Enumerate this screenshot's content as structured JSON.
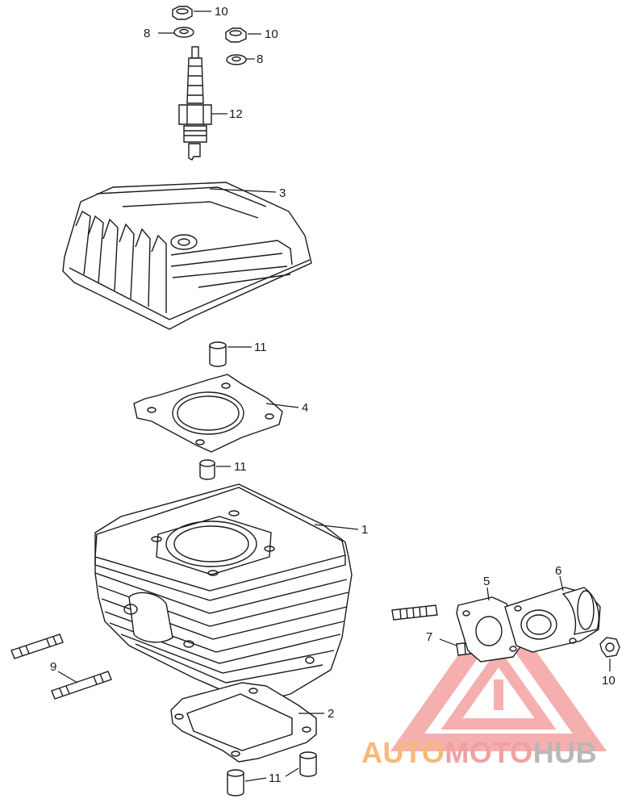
{
  "labels": {
    "nut_top": "10",
    "washer_left": "8",
    "nut_right": "10",
    "washer_right": "8",
    "spark_plug": "12",
    "cylinder_head": "3",
    "dowel_upper": "11",
    "head_gasket": "4",
    "dowel_middle": "11",
    "cylinder": "1",
    "insulator": "5",
    "intake_pipe": "6",
    "intake_stud": "7",
    "cylinder_studs": "9",
    "intake_nut": "10",
    "base_gasket": "2",
    "dowel_bottom": "11"
  },
  "watermark": {
    "part1": "AUTO",
    "part2": "MOTO",
    "part3": "HUB",
    "colors": {
      "auto": "#f6b978",
      "moto": "#f2a0a0",
      "hub": "#b8b8b8",
      "triangle": "#ee6f6f"
    }
  }
}
